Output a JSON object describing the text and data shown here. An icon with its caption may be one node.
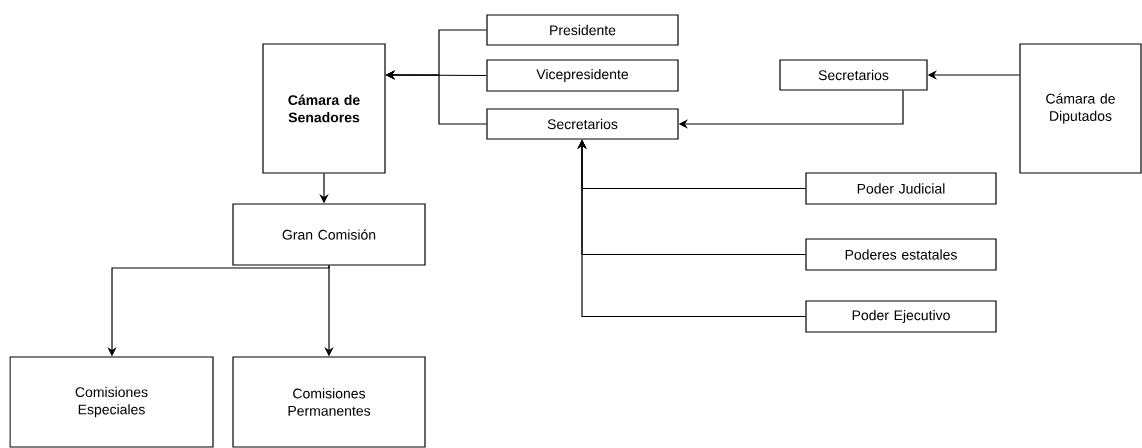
{
  "diagram": {
    "nodes": [
      {
        "text": [
          "Cámara de Senadores"
        ]
      },
      {
        "text": [
          "Presidente"
        ]
      },
      {
        "text": [
          "Vicepresidente"
        ]
      },
      {
        "text": [
          "Secretarios"
        ]
      },
      {
        "text": [
          "Secretarios"
        ]
      },
      {
        "text": [
          "Cámara de Diputados"
        ]
      },
      {
        "text": [
          "Poder Judicial"
        ]
      },
      {
        "text": [
          "Poderes estatales"
        ]
      },
      {
        "text": [
          "Poder Ejecutivo"
        ]
      },
      {
        "text": [
          "Gran Comisión"
        ]
      },
      {
        "text": [
          "Comisiones Especiales"
        ]
      },
      {
        "text": [
          "Comisiones Permanentes"
        ]
      }
    ],
    "edges": [
      {
        "from": 1,
        "to": 0,
        "arrow": "to"
      },
      {
        "from": 2,
        "to": 0,
        "arrow": "to"
      },
      {
        "from": 3,
        "to": 0,
        "arrow": "to"
      },
      {
        "from": 5,
        "to": 4,
        "arrow": "to"
      },
      {
        "from": 4,
        "to": 3,
        "arrow": "to"
      },
      {
        "from": 6,
        "to": 3,
        "arrow": "to"
      },
      {
        "from": 7,
        "to": 3,
        "arrow": "to"
      },
      {
        "from": 8,
        "to": 3,
        "arrow": "to"
      },
      {
        "from": 0,
        "to": 9,
        "arrow": "to"
      },
      {
        "from": 9,
        "to": 10,
        "arrow": "to"
      },
      {
        "from": 9,
        "to": 11,
        "arrow": "to"
      }
    ]
  }
}
